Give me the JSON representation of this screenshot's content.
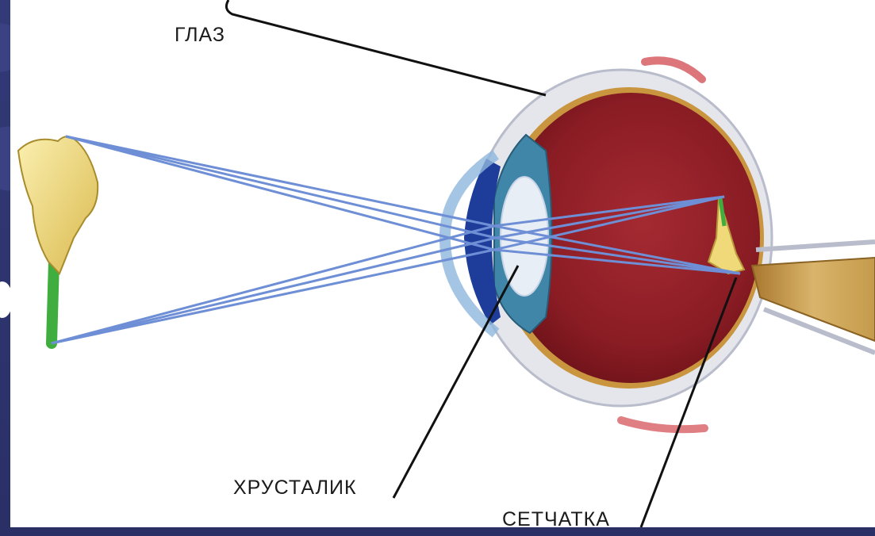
{
  "labels": {
    "eye": "ГЛАЗ",
    "lens": "ХРУСТАЛИК",
    "retina": "СЕТЧАТКА"
  },
  "colors": {
    "background": "#2e3470",
    "light_rays": "#6e8fd6",
    "eyeball": "#8e1e26",
    "optic_nerve": "#c9a35a",
    "flower": "#f0d978",
    "stem": "#3fae3f"
  }
}
